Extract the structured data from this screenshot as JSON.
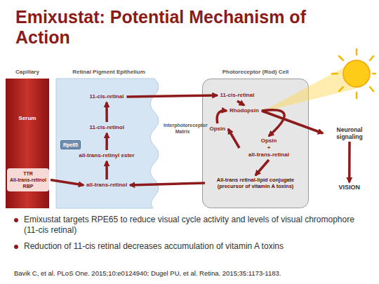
{
  "diagram": {
    "title": "Emixustat: Potential Mechanism of Action",
    "nodes": [
      {
        "text": [
          "Capillary",
          "Serum"
        ]
      },
      {
        "text": [
          "TTR",
          "All-trans-retinol",
          "RBP"
        ],
        "in": 0
      },
      {
        "text": [
          "Retinal Pigment Epithelium"
        ]
      },
      {
        "text": [
          "11-cis-retinal"
        ],
        "in": 2
      },
      {
        "text": [
          "11-cis-retinol"
        ],
        "in": 2
      },
      {
        "text": [
          "Rpe65"
        ],
        "in": 2
      },
      {
        "text": [
          "all-trans-retinyl ester"
        ],
        "in": 2
      },
      {
        "text": [
          "all-trans-retinol"
        ],
        "in": 2
      },
      {
        "text": [
          "Photoreceptor (Rod) Cell"
        ]
      },
      {
        "text": [
          "11-cis-retinal"
        ],
        "in": 8
      },
      {
        "text": [
          "Rhodopsin"
        ],
        "in": 8
      },
      {
        "text": [
          "Opsin"
        ],
        "in": 8
      },
      {
        "text": [
          "Opsin",
          "+",
          "all-trans-retinal"
        ],
        "in": 8
      },
      {
        "text": [
          "All-trans retinal-lipid conjugate (precursor of vitamin A toxins)"
        ],
        "in": 8
      },
      {
        "text": [
          "Neuronal signaling"
        ]
      },
      {
        "text": [
          "VISION"
        ]
      }
    ],
    "edges": [
      {
        "from": 1,
        "to": 7,
        "arrow": "to"
      },
      {
        "from": 7,
        "to": 6,
        "arrow": "to"
      },
      {
        "from": 6,
        "to": 4,
        "arrow": "to"
      },
      {
        "from": 4,
        "to": 3,
        "arrow": "to"
      },
      {
        "from": 3,
        "to": 9,
        "arrow": "to"
      },
      {
        "from": 9,
        "to": 10,
        "arrow": "to"
      },
      {
        "from": 10,
        "to": 12,
        "arrow": "to"
      },
      {
        "from": 12,
        "to": 11,
        "arrow": "to"
      },
      {
        "from": 11,
        "to": 10,
        "arrow": "to"
      },
      {
        "from": 12,
        "to": 13,
        "arrow": "to"
      },
      {
        "from": 13,
        "to": 7,
        "arrow": "to"
      },
      {
        "from": 10,
        "to": 14,
        "arrow": "to"
      },
      {
        "from": 14,
        "to": 15,
        "arrow": "to"
      }
    ],
    "labels": [
      "Interphotoreceptor Matrix",
      "Emixustat targets RPE65 to reduce visual cycle activity and levels of visual chromophore (11-cis retinal)",
      "Reduction of 11-cis retinal decreases accumulation of vitamin A toxins",
      "Bavik C, et al. PLoS One. 2015;10:e0124940; Dugel PU, et al. Retina. 2015;35:1173-1183."
    ]
  }
}
